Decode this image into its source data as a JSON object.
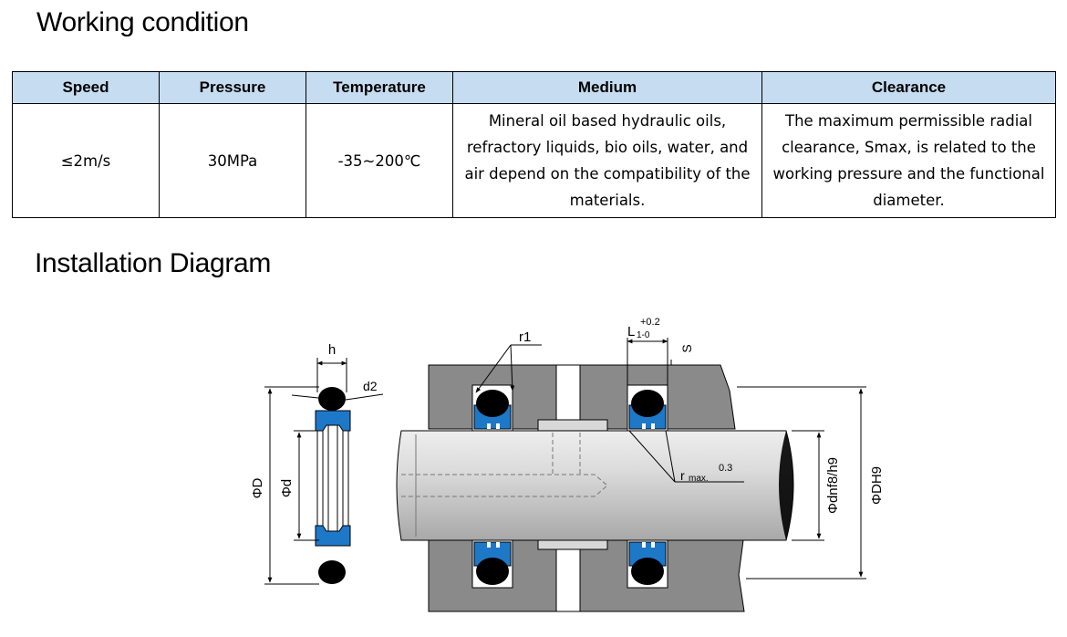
{
  "working": {
    "title": "Working condition",
    "headers": [
      "Speed",
      "Pressure",
      "Temperature",
      "Medium",
      "Clearance"
    ],
    "row": [
      "≤2m/s",
      "30MPa",
      "-35~200℃",
      "Mineral oil based hydraulic oils, refractory liquids, bio oils, water, and air depend on the compatibility of the materials.",
      "The maximum permissible radial clearance, Smax, is related to the working pressure and the functional diameter."
    ]
  },
  "installation": {
    "title": "Installation Diagram",
    "labels": {
      "h": "h",
      "d2": "d2",
      "phiD": "ΦD",
      "phid": "Φd",
      "r1": "r1",
      "L1_base": "L",
      "L1_sub": "1-0",
      "L1_tol": "+0.2",
      "s": "S",
      "rmax_base": "r",
      "rmax_sub": "max.",
      "rmax_val": "0.3",
      "dn": "Φdnf8/h9",
      "DH": "ΦDH9"
    },
    "colors": {
      "housing": "#8a8a8a",
      "housing_light": "#b8b8b8",
      "seal_blue": "#1e78c8",
      "oring_black": "#000000",
      "header_bg": "#c6dcf0"
    }
  }
}
